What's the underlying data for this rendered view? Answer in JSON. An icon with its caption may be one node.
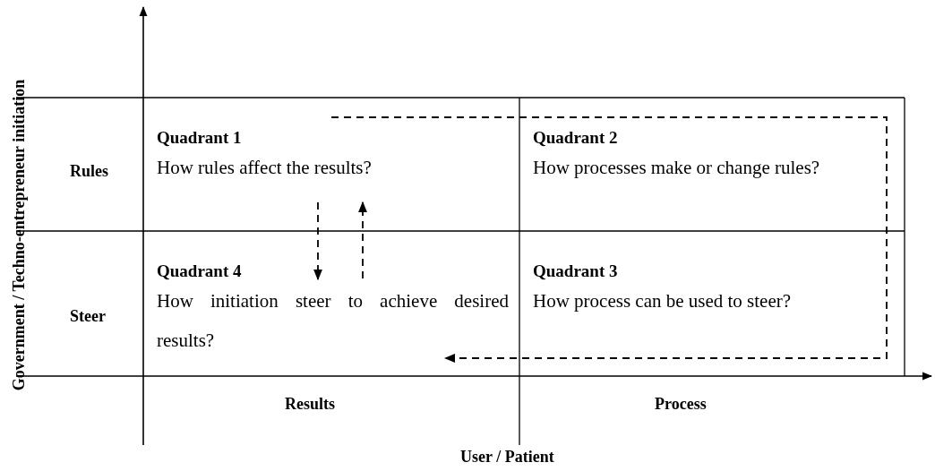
{
  "diagram": {
    "nodes": [
      {
        "text": [
          "Quadrant 1",
          "How rules affect the results?"
        ]
      },
      {
        "text": [
          "Quadrant 2",
          "How processes make or change rules?"
        ]
      },
      {
        "text": [
          "Quadrant 4",
          "How initiation steer to achieve desired results?"
        ]
      },
      {
        "text": [
          "Quadrant 3",
          "How process can be used to steer?"
        ]
      }
    ],
    "edges": [
      {
        "from": 0,
        "to": 2,
        "arrow": "to",
        "style": "dashed"
      },
      {
        "from": 2,
        "to": 0,
        "arrow": "to",
        "style": "dashed"
      },
      {
        "from": 0,
        "to": 2,
        "arrow": "to",
        "style": "dashed"
      }
    ],
    "labels": [
      "Government / Techno-entrepreneur initiation",
      "Rules",
      "Steer",
      "Results",
      "Process",
      "User / Patient"
    ]
  }
}
